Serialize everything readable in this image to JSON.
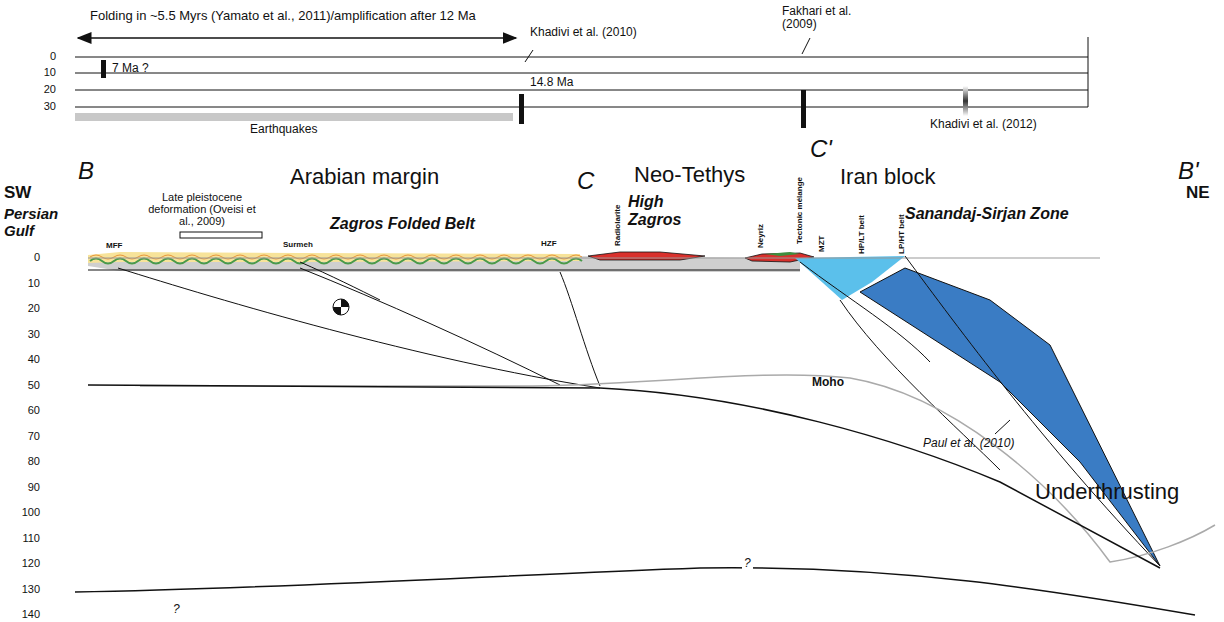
{
  "diagram": {
    "labels": [
      "Folding in ~5.5 Myrs  (Yamato et al., 2011)/amplification after 12 Ma",
      "Khadivi et al. (2010)",
      "Fakhari et al. (2009)",
      "0",
      "10",
      "20",
      "30",
      "7 Ma ?",
      "14.8 Ma",
      "Earthquakes",
      "Khadivi et al. (2012)",
      "B",
      "Arabian margin",
      "Neo-Tethys",
      "C",
      "C'",
      "Iran block",
      "B'",
      "SW",
      "Persian Gulf",
      "Late pleistocene deformation (Oveisi et al., 2009)",
      "Zagros Folded Belt",
      "High Zagros",
      "Sanandaj-Sirjan Zone",
      "NE",
      "MFF",
      "Surmeh",
      "HZF",
      "Radiolarite",
      "Neyriz",
      "Tectonic mélange",
      "MZT",
      "HP/LT belt",
      "LP/HT belt",
      "0",
      "10",
      "20",
      "30",
      "40",
      "50",
      "60",
      "70",
      "80",
      "90",
      "100",
      "110",
      "120",
      "130",
      "140",
      "Moho",
      "Paul et al. (2010)",
      "Underthrusting",
      "?",
      "?"
    ]
  }
}
